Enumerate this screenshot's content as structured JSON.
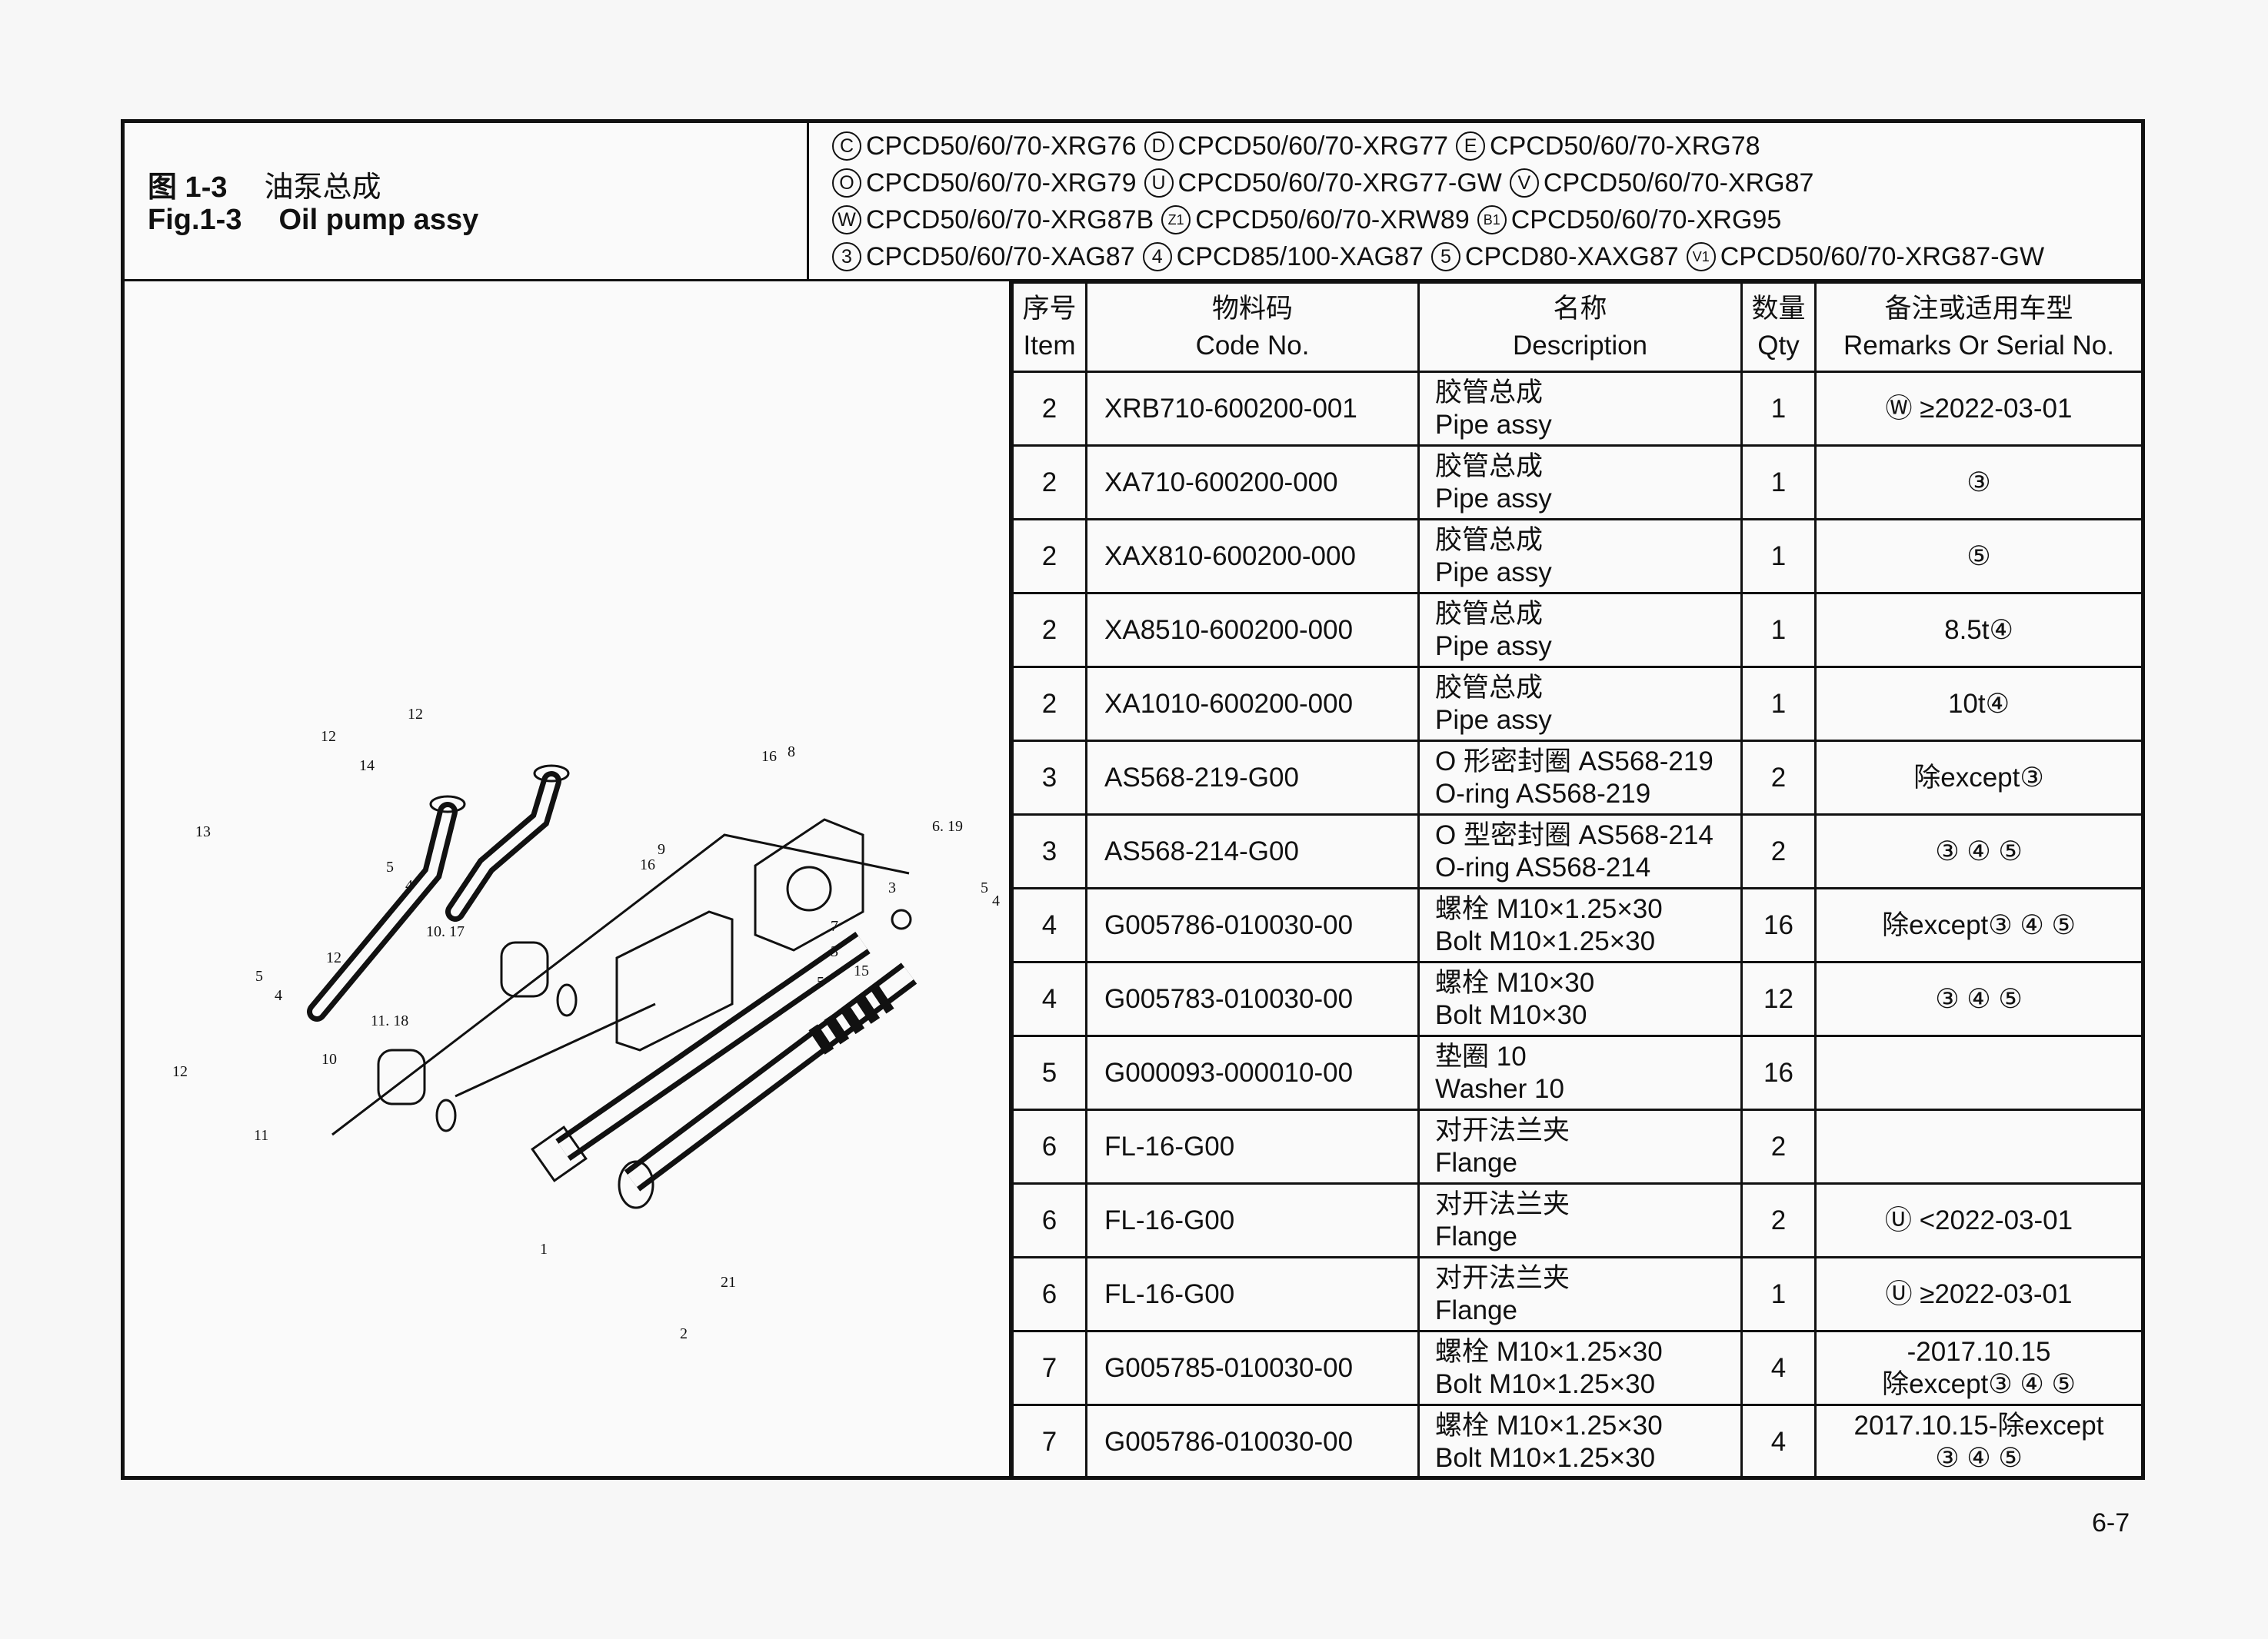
{
  "header": {
    "fig_zh_label": "图 1-3",
    "fig_zh_title": "油泵总成",
    "fig_en_label": "Fig.1-3",
    "fig_en_title": "Oil pump assy"
  },
  "models": [
    [
      {
        "sym": "C",
        "text": "CPCD50/60/70-XRG76"
      },
      {
        "sym": "D",
        "text": "CPCD50/60/70-XRG77"
      },
      {
        "sym": "E",
        "text": "CPCD50/60/70-XRG78"
      }
    ],
    [
      {
        "sym": "O",
        "text": "CPCD50/60/70-XRG79"
      },
      {
        "sym": "U",
        "text": "CPCD50/60/70-XRG77-GW"
      },
      {
        "sym": "V",
        "text": "CPCD50/60/70-XRG87"
      }
    ],
    [
      {
        "sym": "W",
        "text": "CPCD50/60/70-XRG87B"
      },
      {
        "sym": "Z1",
        "text": "CPCD50/60/70-XRW89"
      },
      {
        "sym": "B1",
        "text": "CPCD50/60/70-XRG95"
      }
    ],
    [
      {
        "sym": "3",
        "text": "CPCD50/60/70-XAG87"
      },
      {
        "sym": "4",
        "text": "CPCD85/100-XAG87"
      },
      {
        "sym": "5",
        "text": "CPCD80-XAXG87"
      },
      {
        "sym": "V1",
        "text": "CPCD50/60/70-XRG87-GW"
      }
    ]
  ],
  "table": {
    "headers": {
      "item_zh": "序号",
      "item_en": "Item",
      "code_zh": "物料码",
      "code_en": "Code No.",
      "desc_zh": "名称",
      "desc_en": "Description",
      "qty_zh": "数量",
      "qty_en": "Qty",
      "rem_zh": "备注或适用车型",
      "rem_en": "Remarks Or Serial No."
    },
    "rows": [
      {
        "item": "2",
        "code": "XRB710-600200-001",
        "zh": "胶管总成",
        "en": "Pipe assy",
        "qty": "1",
        "rem": "Ⓦ ≥2022-03-01"
      },
      {
        "item": "2",
        "code": "XA710-600200-000",
        "zh": "胶管总成",
        "en": "Pipe assy",
        "qty": "1",
        "rem": "③"
      },
      {
        "item": "2",
        "code": "XAX810-600200-000",
        "zh": "胶管总成",
        "en": "Pipe assy",
        "qty": "1",
        "rem": "⑤"
      },
      {
        "item": "2",
        "code": "XA8510-600200-000",
        "zh": "胶管总成",
        "en": "Pipe assy",
        "qty": "1",
        "rem": "8.5t④"
      },
      {
        "item": "2",
        "code": "XA1010-600200-000",
        "zh": "胶管总成",
        "en": "Pipe assy",
        "qty": "1",
        "rem": "10t④"
      },
      {
        "item": "3",
        "code": "AS568-219-G00",
        "zh": "O 形密封圈 AS568-219",
        "en": "O-ring AS568-219",
        "qty": "2",
        "rem": "除except③"
      },
      {
        "item": "3",
        "code": "AS568-214-G00",
        "zh": "O 型密封圈 AS568-214",
        "en": "O-ring AS568-214",
        "qty": "2",
        "rem": "③ ④ ⑤"
      },
      {
        "item": "4",
        "code": "G005786-010030-00",
        "zh": "螺栓 M10×1.25×30",
        "en": "Bolt M10×1.25×30",
        "qty": "16",
        "rem": "除except③ ④ ⑤"
      },
      {
        "item": "4",
        "code": "G005783-010030-00",
        "zh": "螺栓 M10×30",
        "en": "Bolt M10×30",
        "qty": "12",
        "rem": "③ ④ ⑤"
      },
      {
        "item": "5",
        "code": "G000093-000010-00",
        "zh": "垫圈 10",
        "en": "Washer 10",
        "qty": "16",
        "rem": ""
      },
      {
        "item": "6",
        "code": "FL-16-G00",
        "zh": "对开法兰夹",
        "en": "Flange",
        "qty": "2",
        "rem": ""
      },
      {
        "item": "6",
        "code": "FL-16-G00",
        "zh": "对开法兰夹",
        "en": "Flange",
        "qty": "2",
        "rem": "Ⓤ <2022-03-01"
      },
      {
        "item": "6",
        "code": "FL-16-G00",
        "zh": "对开法兰夹",
        "en": "Flange",
        "qty": "1",
        "rem": "Ⓤ ≥2022-03-01"
      },
      {
        "item": "7",
        "code": "G005785-010030-00",
        "zh": "螺栓 M10×1.25×30",
        "en": "Bolt M10×1.25×30",
        "qty": "4",
        "rem": "-2017.10.15\n除except③ ④ ⑤"
      },
      {
        "item": "7",
        "code": "G005786-010030-00",
        "zh": "螺栓 M10×1.25×30",
        "en": "Bolt M10×1.25×30",
        "qty": "4",
        "rem": "2017.10.15-除except\n③ ④ ⑤"
      }
    ]
  },
  "drawing": {
    "callouts": [
      "12",
      "14",
      "12",
      "13",
      "5",
      "4",
      "10. 17",
      "12",
      "11. 18",
      "5",
      "4",
      "12",
      "10",
      "11",
      "16",
      "8",
      "16",
      "9",
      "6. 19",
      "3",
      "5",
      "4",
      "7",
      "3",
      "5",
      "15",
      "1",
      "2",
      "21"
    ]
  },
  "page_number": "6-7"
}
